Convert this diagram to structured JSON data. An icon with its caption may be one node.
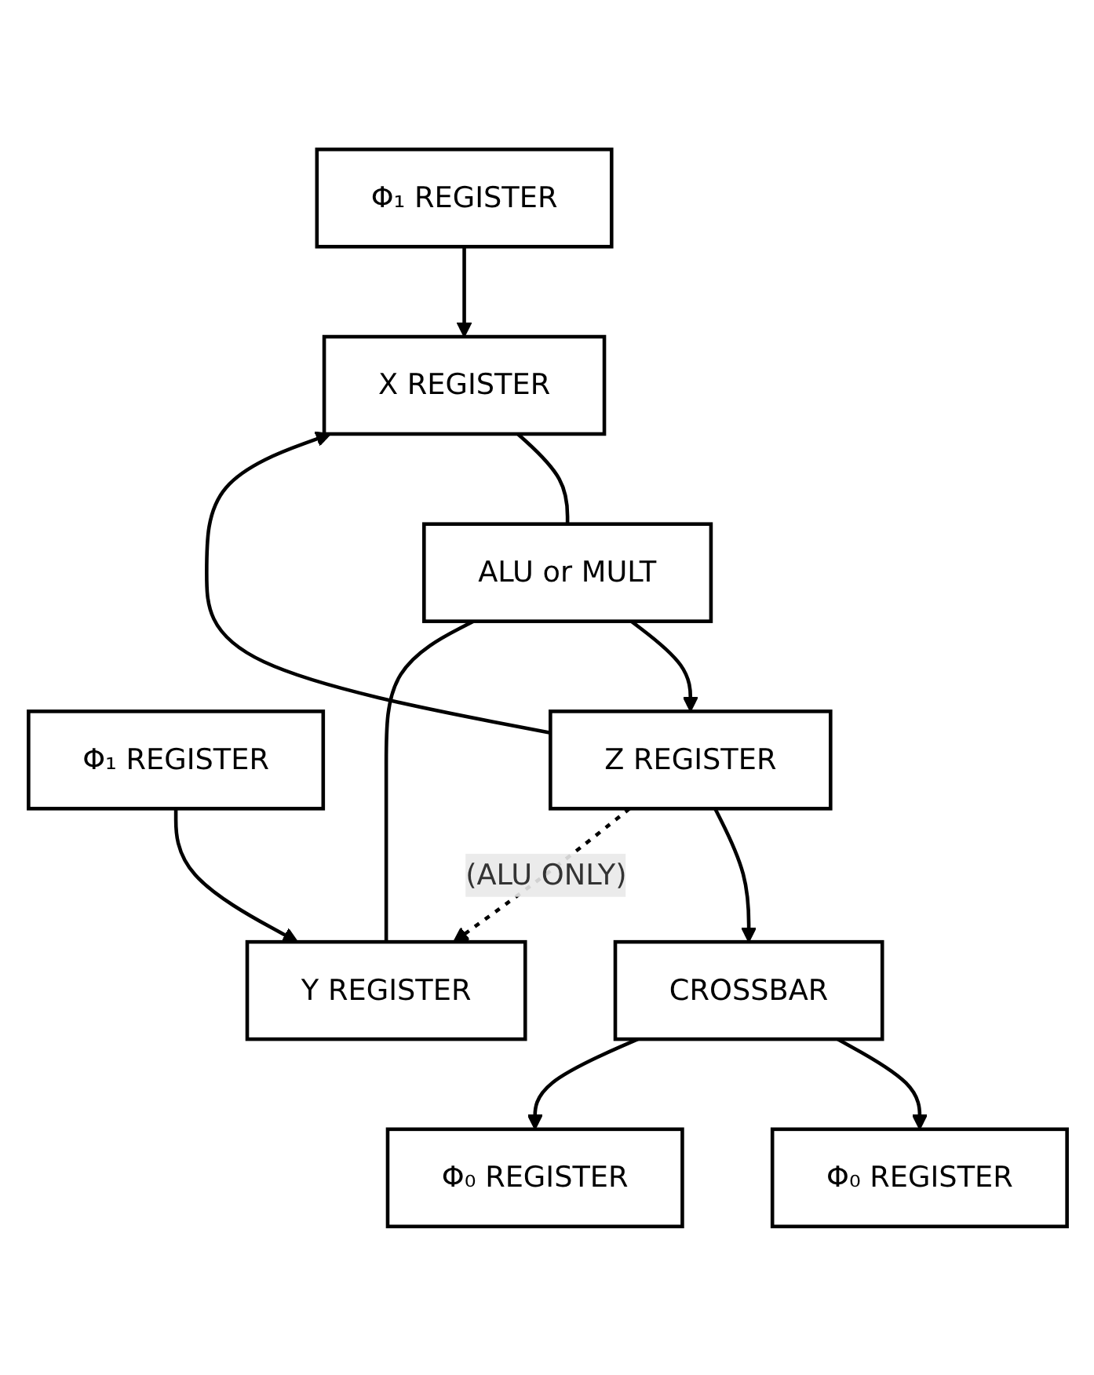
{
  "diagram": {
    "nodes": [
      {
        "text": [
          "CROSSBAR"
        ]
      },
      {
        "text": [
          "Φ₀ REGISTER"
        ]
      },
      {
        "text": [
          "Φ₁ REGISTER"
        ]
      },
      {
        "text": [
          "Φ₀ REGISTER"
        ]
      },
      {
        "text": [
          "Φ₁ REGISTER"
        ]
      },
      {
        "text": [
          "X REGISTER"
        ]
      },
      {
        "text": [
          "Y REGISTER"
        ]
      },
      {
        "text": [
          "ALU or MULT"
        ]
      },
      {
        "text": [
          "Z REGISTER"
        ]
      }
    ],
    "edges": [
      {
        "from": 0,
        "to": 1,
        "arrow": "to"
      },
      {
        "from": 0,
        "to": 3,
        "arrow": "to"
      },
      {
        "from": 2,
        "to": 5,
        "arrow": "to"
      },
      {
        "from": 4,
        "to": 6,
        "arrow": "to"
      },
      {
        "from": 5,
        "to": 7,
        "arrow": "none"
      },
      {
        "from": 6,
        "to": 7,
        "arrow": "none"
      },
      {
        "from": 7,
        "to": 8,
        "arrow": "to"
      },
      {
        "from": 8,
        "to": 0,
        "arrow": "to"
      },
      {
        "from": 8,
        "to": 5,
        "arrow": "to"
      },
      {
        "from": 8,
        "to": 6,
        "arrow": "to",
        "label": "(ALU ONLY)",
        "style": "dashed"
      }
    ]
  }
}
